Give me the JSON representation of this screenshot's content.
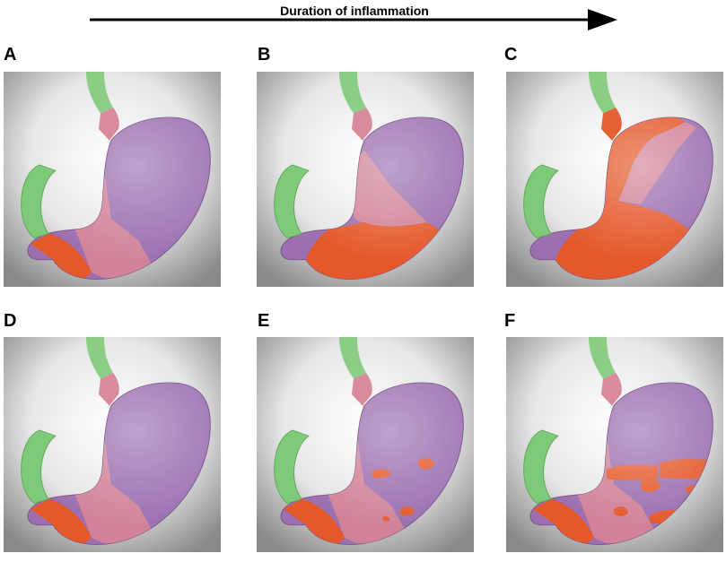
{
  "header": {
    "arrow_label": "Duration of inflammation"
  },
  "colors": {
    "fundus_body": "#9b6fb0",
    "antrum": "#e4582a",
    "intermediate": "#d78496",
    "duodenum": "#7fca7a",
    "esophagus": "#7fca7a",
    "metaplasia_patch": "#e4582a"
  },
  "panels": [
    {
      "label": "A",
      "icon": "stomach-antrum-limited-icon"
    },
    {
      "label": "B",
      "icon": "stomach-antrum-expanded-icon"
    },
    {
      "label": "C",
      "icon": "stomach-pangastric-icon"
    },
    {
      "label": "D",
      "icon": "stomach-baseline-icon"
    },
    {
      "label": "E",
      "icon": "stomach-patchy-foci-icon"
    },
    {
      "label": "F",
      "icon": "stomach-multifocal-icon"
    }
  ]
}
